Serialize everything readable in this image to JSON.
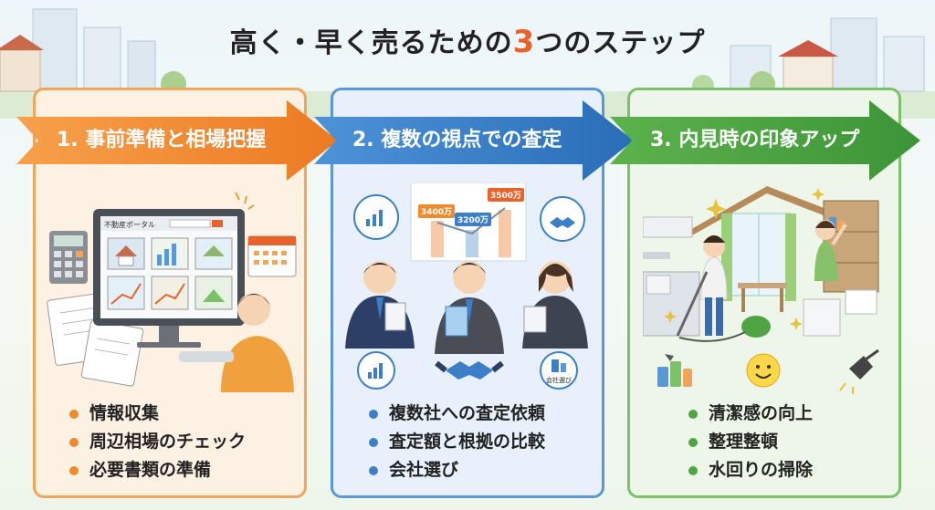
{
  "title": {
    "before": "高く・早く売るための",
    "accent": "3",
    "after": "つのステップ"
  },
  "colors": {
    "step1": "#f08a2c",
    "step2": "#3c7fc8",
    "step3": "#4fa544",
    "accent": "#e8622a"
  },
  "steps": [
    {
      "label": "1. 事前準備と相場把握",
      "screen_title": "不動産ポータル",
      "bullets": [
        "情報収集",
        "周辺相場のチェック",
        "必要書類の準備"
      ]
    },
    {
      "label": "2. 複数の視点での査定",
      "chart_values": [
        "3400万",
        "3200万",
        "3500万"
      ],
      "badge": "会社選び",
      "bullets": [
        "複数社への査定依頼",
        "査定額と根拠の比較",
        "会社選び"
      ]
    },
    {
      "label": "3. 内見時の印象アップ",
      "bullets": [
        "清潔感の向上",
        "整理整頓",
        "水回りの掃除"
      ]
    }
  ]
}
